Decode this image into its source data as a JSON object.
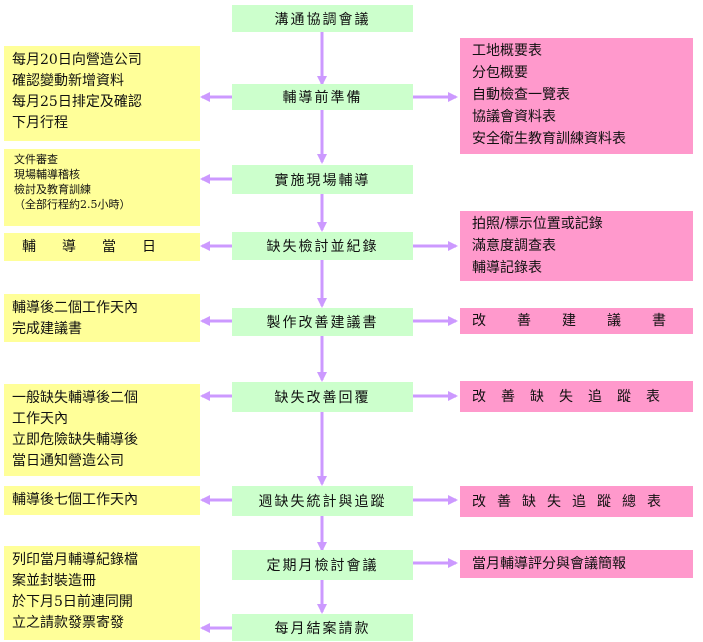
{
  "steps": [
    "溝通協調會議",
    "輔導前準備",
    "實施現場輔導",
    "缺失檢討並紀錄",
    "製作改善建議書",
    "缺失改善回覆",
    "週缺失統計與追蹤",
    "定期月檢討會議",
    "每月結案請款"
  ],
  "left_notes": {
    "prep": "每月20日向營造公司\n確認變動新增資料\n每月25日排定及確認\n下月行程",
    "field": "文件審查\n現場輔導稽核\n檢討及教育訓練\n（全部行程約2.5小時）",
    "same_day": "輔導當日",
    "two_days": "輔導後二個工作天內\n完成建議書",
    "reply": "一般缺失輔導後二個\n工作天內\n立即危險缺失輔導後\n當日通知營造公司",
    "seven_days": "輔導後七個工作天內",
    "closing": "列印當月輔導紀錄檔\n案並封裝造冊\n於下月5日前連同開\n立之請款發票寄發"
  },
  "right_notes": {
    "prep_docs": "工地概要表\n分包概要\n自動檢查一覽表\n協議會資料表\n安全衛生教育訓練資料表",
    "record_docs": "拍照/標示位置或記錄\n滿意度調查表\n輔導記錄表",
    "suggestion": "改善建議書",
    "tracking": "改善缺失追蹤表",
    "tracking_total": "改善缺失追蹤總表",
    "monthly": "當月輔導評分與會議簡報"
  },
  "colors": {
    "step": "#ccffcc",
    "left_note": "#ffff99",
    "right_note": "#ff99cc",
    "arrow": "#cc99ff"
  }
}
